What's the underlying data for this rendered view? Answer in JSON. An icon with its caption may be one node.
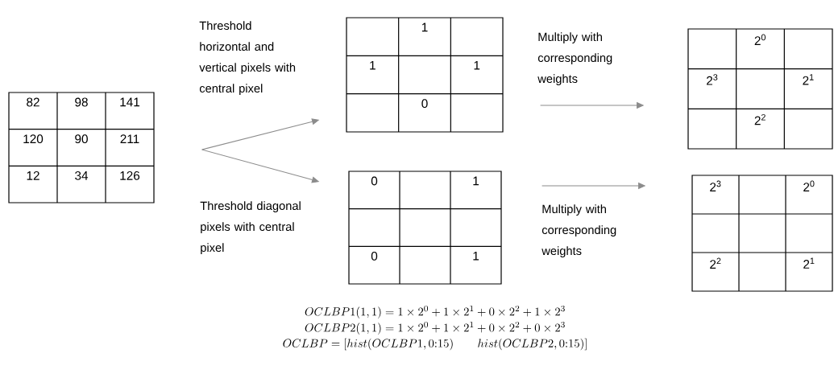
{
  "diagram": {
    "nodes": [
      {
        "text": [
          "82",
          "98",
          "141",
          "120",
          "90",
          "211",
          "12",
          "34",
          "126"
        ]
      },
      {
        "text": [
          "1",
          "1",
          "1",
          "0"
        ]
      },
      {
        "text": [
          "0",
          "1",
          "0",
          "1"
        ]
      },
      {
        "text": [
          "2$^{0}$",
          "2$^{3}$",
          "2$^{1}$",
          "2$^{2}$"
        ]
      },
      {
        "text": [
          "2$^{3}$",
          "2$^{0}$",
          "2$^{2}$",
          "2$^{1}$"
        ]
      }
    ],
    "edges": [
      {
        "from": 0,
        "to": 1,
        "arrow": "to",
        "label": "Threshold horizontal and vertical pixels with central pixel"
      },
      {
        "from": 0,
        "to": 2,
        "arrow": "to",
        "label": "Threshold diagonal pixels with central pixel"
      },
      {
        "from": 1,
        "to": 3,
        "arrow": "to",
        "label": "Multiply with corresponding weights"
      },
      {
        "from": 2,
        "to": 4,
        "arrow": "to",
        "label": "Multiply with corresponding weights"
      }
    ],
    "labels": [
      "OCLBP1(1,1) = 1 \\times 2^{0} + 1 \\times 2^{1} + 0 \\times 2^{2} + 1 \\times 2^{3}",
      "OCLBP2(1,1) = 1 \\times 2^{0} + 1 \\times 2^{1} + 0 \\times 2^{2} + 0 \\times 2^{3}",
      "OCLBP = [hist(OCLBP1, 0{:}15) \\qquad hist(OCLBP2, 0{:}15)]"
    ]
  }
}
